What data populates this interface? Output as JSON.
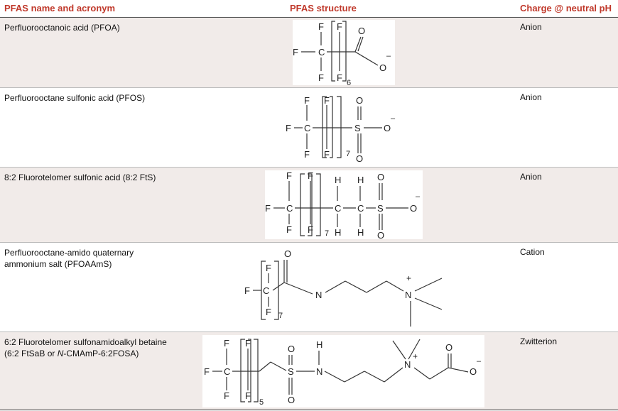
{
  "header": {
    "col_name": "PFAS name and acronym",
    "col_structure": "PFAS structure",
    "col_charge": "Charge @ neutral pH"
  },
  "rows": [
    {
      "name": "Perfluorooctanoic acid (PFOA)",
      "charge": "Anion",
      "repeat": "6"
    },
    {
      "name": "Perfluorooctane sulfonic acid (PFOS)",
      "charge": "Anion",
      "repeat": "7"
    },
    {
      "name": "8:2 Fluorotelomer sulfonic acid (8:2 FtS)",
      "charge": "Anion",
      "repeat": "7"
    },
    {
      "name_line1": "Perfluorooctane-amido quaternary",
      "name_line2": "ammonium salt (PFOAAmS)",
      "charge": "Cation",
      "repeat": "7"
    },
    {
      "name_line1": "6:2 Fluorotelomer sulfonamidoalkyl betaine",
      "name_line2_a": "(6:2 FtSaB or ",
      "name_line2_em": "N",
      "name_line2_b": "-CMAmP-6:2FOSA)",
      "charge": "Zwitterion",
      "repeat": "5"
    }
  ],
  "atoms": {
    "F": "F",
    "C": "C",
    "O": "O",
    "S": "S",
    "H": "H",
    "N": "N",
    "minus": "–",
    "plus": "+"
  }
}
